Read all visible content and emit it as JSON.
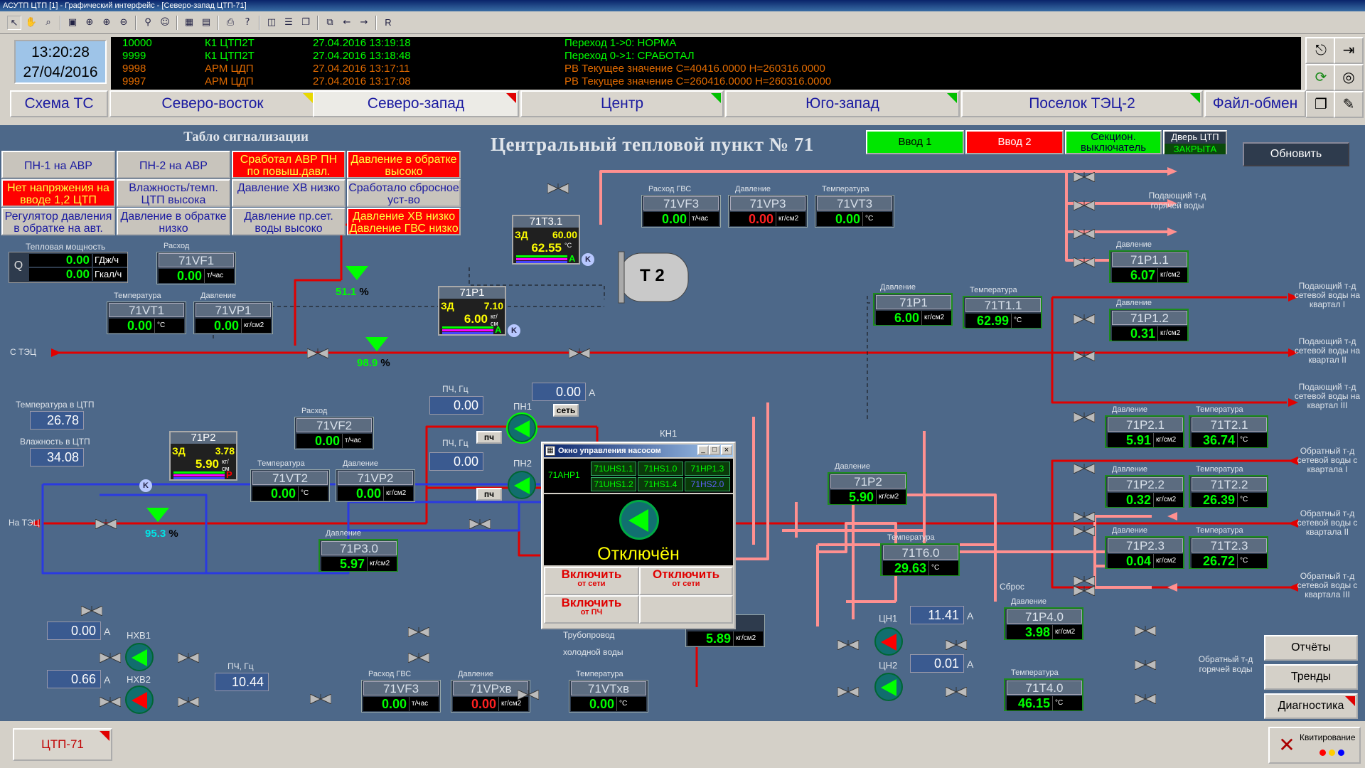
{
  "window_title": "АСУТП ЦТП [1] - Графический интерфейс - [Северо-запад ЦТП-71]",
  "clock": {
    "time": "13:20:28",
    "date": "27/04/2016"
  },
  "events": [
    {
      "code": "10000",
      "src": "К1 ЦТП2Т",
      "ts": "27.04.2016 13:19:18",
      "msg": "Переход 1->0:  НОРМА",
      "color": "#00ff00"
    },
    {
      "code": "9999",
      "src": "К1 ЦТП2Т",
      "ts": "27.04.2016 13:18:48",
      "msg": "Переход 0->1:  СРАБОТАЛ",
      "color": "#00ff00"
    },
    {
      "code": "9998",
      "src": "АРМ ЦДП",
      "ts": "27.04.2016 13:17:11",
      "msg": "РВ Текущее значение C=40416.0000 H=260316.0000",
      "color": "#e06a00"
    },
    {
      "code": "9997",
      "src": "АРМ ЦДП",
      "ts": "27.04.2016 13:17:08",
      "msg": "РВ Текущее значение C=260416.0000 H=260316.0000",
      "color": "#e06a00"
    }
  ],
  "tabs": [
    {
      "label": "Схема ТС",
      "flag": ""
    },
    {
      "label": "Северо-восток",
      "flag": "y"
    },
    {
      "label": "Северо-запад",
      "flag": "r"
    },
    {
      "label": "Центр",
      "flag": "g"
    },
    {
      "label": "Юго-запад",
      "flag": "g"
    },
    {
      "label": "Поселок ТЭЦ-2",
      "flag": "g"
    },
    {
      "label": "Файл-обмен",
      "flag": ""
    }
  ],
  "title": "Центральный тепловой пункт № 71",
  "alarm_panel_title": "Табло сигнализации",
  "alarms": [
    {
      "t": "ПН-1 на АВР",
      "s": "g"
    },
    {
      "t": "ПН-2 на АВР",
      "s": "g"
    },
    {
      "t": "Сработал АВР ПН по повыш.давл.",
      "s": "r"
    },
    {
      "t": "Давление в обратке высоко",
      "s": "r"
    },
    {
      "t": "Нет напряжения на вводе 1,2 ЦТП",
      "s": "r"
    },
    {
      "t": "Влажность/темп. ЦТП высока",
      "s": "g"
    },
    {
      "t": "Давление ХВ низко",
      "s": "g"
    },
    {
      "t": "Сработало сбросное уст-во",
      "s": "g"
    },
    {
      "t": "Регулятор давления в обратке на авт.",
      "s": "g"
    },
    {
      "t": "Давление в обратке низко",
      "s": "g"
    },
    {
      "t": "Давление пр.сет. воды высоко",
      "s": "g"
    },
    {
      "t": "Давление ХВ низко Давление ГВС низко",
      "s": "r"
    }
  ],
  "header_status": {
    "input1": "Ввод 1",
    "input2": "Ввод 2",
    "sect": "Секцион. выключатель",
    "door1": "Дверь ЦТП",
    "door2": "ЗАКРЫТА",
    "refresh": "Обновить"
  },
  "heat_power": {
    "label": "Тепловая мощность",
    "q": "Q",
    "v1": "0.00",
    "u1": "ГДж/ч",
    "v2": "0.00",
    "u2": "Гкал/ч"
  },
  "labels": {
    "rashod": "Расход",
    "temp": "Температура",
    "davl": "Давление",
    "rashod_gvs": "Расход ГВС",
    "s_tec": "С ТЭЦ",
    "na_tec": "На ТЭЦ",
    "temp_ctp": "Температура в ЦТП",
    "vlazh_ctp": "Влажность в ЦТП",
    "pch_gc": "ПЧ, Гц",
    "pch_gc2": "ПЧ, Гц",
    "pch_gc3": "ПЧ, Гц",
    "set": "сеть",
    "pch": "пч",
    "pch2": "пч",
    "kn1": "КН1",
    "pn1": "ПН1",
    "pn2": "ПН2",
    "nhv1": "НХВ1",
    "nhv2": "НХВ2",
    "cn1": "ЦН1",
    "cn2": "ЦН2",
    "t2": "Т 2",
    "sbros": "Сброс",
    "trub1": "Трубопровод",
    "trub2": "холодной воды",
    "supply_gvs": "Подающий т-д горячей воды",
    "return_gvs": "Обратный т-д горячей воды",
    "sup1": "Подающий т-д сетевой воды на квартал I",
    "sup2": "Подающий т-д сетевой воды на квартал II",
    "sup3": "Подающий т-д сетевой воды на квартал III",
    "ret1": "Обратный т-д сетевой воды с квартала I",
    "ret2": "Обратный т-д сетевой воды с квартала II",
    "ret3": "Обратный т-д сетевой воды с квартала III",
    "A": "А",
    "pct": "%"
  },
  "values": {
    "ctp_temp": "26.78",
    "ctp_hum": "34.08",
    "valve1": "51.1",
    "valve2": "98.9",
    "valve3": "95.3",
    "pch1": "0.00",
    "pch2": "0.00",
    "pch1_a": "0.00",
    "nhv1_a": "0.00",
    "nhv2_a": "0.66",
    "pch_nhv": "10.44",
    "cn1_a": "11.41",
    "cn2_a": "0.01"
  },
  "instruments": [
    {
      "id": "71VF1",
      "v": "0.00",
      "u": "т/час",
      "cap": "Расход"
    },
    {
      "id": "71VT1",
      "v": "0.00",
      "u": "°С",
      "cap": "Температура"
    },
    {
      "id": "71VP1",
      "v": "0.00",
      "u": "кг/см2",
      "cap": "Давление"
    },
    {
      "id": "71VF3",
      "v": "0.00",
      "u": "т/час",
      "cap": "Расход ГВС"
    },
    {
      "id": "71VP3",
      "v": "0.00",
      "u": "кг/см2",
      "cap": "Давление",
      "red": true
    },
    {
      "id": "71VT3",
      "v": "0.00",
      "u": "°С",
      "cap": "Температура"
    },
    {
      "id": "71P1.1",
      "v": "6.07",
      "u": "кг/см2",
      "cap": "Давление"
    },
    {
      "id": "71P1",
      "v": "6.00",
      "u": "кг/см2",
      "cap": "Давление"
    },
    {
      "id": "71T1.1",
      "v": "62.99",
      "u": "°С",
      "cap": "Температура"
    },
    {
      "id": "71P1.2",
      "v": "0.31",
      "u": "кг/см2",
      "cap": "Давление"
    },
    {
      "id": "71P2.1",
      "v": "5.91",
      "u": "кг/см2",
      "cap": "Давление"
    },
    {
      "id": "71T2.1",
      "v": "36.74",
      "u": "°С",
      "cap": "Температура"
    },
    {
      "id": "71P2.2",
      "v": "0.32",
      "u": "кг/см2",
      "cap": "Давление"
    },
    {
      "id": "71T2.2",
      "v": "26.39",
      "u": "°С",
      "cap": "Температура"
    },
    {
      "id": "71P2.3",
      "v": "0.04",
      "u": "кг/см2",
      "cap": "Давление"
    },
    {
      "id": "71T2.3",
      "v": "26.72",
      "u": "°С",
      "cap": "Температура"
    },
    {
      "id": "71P2",
      "v": "5.90",
      "u": "кг/см2",
      "cap": "Давление"
    },
    {
      "id": "71T6.0",
      "v": "29.63",
      "u": "°С",
      "cap": "Температура"
    },
    {
      "id": "71P4.0",
      "v": "3.98",
      "u": "кг/см2",
      "cap": "Давление"
    },
    {
      "id": "71T4.0",
      "v": "46.15",
      "u": "°С",
      "cap": "Температура"
    },
    {
      "id": "71VF2",
      "v": "0.00",
      "u": "т/час",
      "cap": "Расход"
    },
    {
      "id": "71VT2",
      "v": "0.00",
      "u": "°С",
      "cap": "Температура"
    },
    {
      "id": "71VP2",
      "v": "0.00",
      "u": "кг/см2",
      "cap": "Давление"
    },
    {
      "id": "71P3.0",
      "v": "5.97",
      "u": "кг/см2",
      "cap": "Давление"
    },
    {
      "id": "71VF3",
      "v": "0.00",
      "u": "т/час",
      "cap": "Расход ГВС"
    },
    {
      "id": "71VPхв",
      "v": "0.00",
      "u": "кг/см2",
      "cap": "Давление",
      "red": true
    },
    {
      "id": "71VTхв",
      "v": "0.00",
      "u": "°С",
      "cap": "Температура"
    },
    {
      "id": "",
      "v": "5.89",
      "u": "кг/см2",
      "cap": ""
    }
  ],
  "pid": [
    {
      "id": "71T3.1",
      "zd_l": "ЗД",
      "zd": "60.00",
      "v": "62.55",
      "u": "°С",
      "mode": "А",
      "k": "K"
    },
    {
      "id": "71P1",
      "zd_l": "ЗД",
      "zd": "7.10",
      "v": "6.00",
      "u": "кг/см",
      "mode": "А",
      "k": "K"
    },
    {
      "id": "71P2",
      "zd_l": "ЗД",
      "zd": "3.78",
      "v": "5.90",
      "u": "кг/см",
      "mode": "Р",
      "k": "K"
    }
  ],
  "pump_window": {
    "title": "Окно управления насосом",
    "unit": "71АНР1",
    "tags": [
      "71UHS1.1",
      "71HS1.0",
      "71HP1.3",
      "71UHS1.2",
      "71HS1.4",
      "71HS2.0"
    ],
    "state": "Отключён",
    "btn_on_net": "Включить",
    "btn_on_net_sub": "от сети",
    "btn_off_net": "Отключить",
    "btn_off_net_sub": "от сети",
    "btn_on_pch": "Включить",
    "btn_on_pch_sub": "от ПЧ"
  },
  "side_buttons": {
    "reports": "Отчёты",
    "trends": "Тренды",
    "diag": "Диагностика"
  },
  "bottom": {
    "tab": "ЦТП-71",
    "ack": "Квитирование"
  }
}
